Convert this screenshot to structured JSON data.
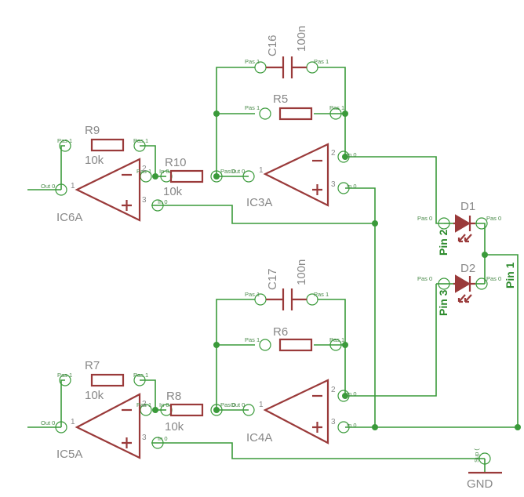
{
  "parts": {
    "ic6a": "IC6A",
    "ic5a": "IC5A",
    "ic3a": "IC3A",
    "ic4a": "IC4A",
    "r9": "R9",
    "r9v": "10k",
    "r10": "R10",
    "r10v": "10k",
    "r7": "R7",
    "r7v": "10k",
    "r8": "R8",
    "r8v": "10k",
    "r5": "R5",
    "r6": "R6",
    "c16": "C16",
    "c16v": "100n",
    "c17": "C17",
    "c17v": "100n",
    "d1": "D1",
    "d2": "D2",
    "gnd": "GND"
  },
  "pins": {
    "pas0": "Pas 0",
    "pas1": "Pas 1",
    "out0": "Out 0",
    "in0": "In 0",
    "sup": "Sup (",
    "n1": "1",
    "n2": "2",
    "n3": "3",
    "pin1": "Pin 1",
    "pin2": "Pin 2",
    "pin3": "Pin 3"
  },
  "colors": {
    "wire": "#3a9a3a",
    "component": "#9a3a3a",
    "label": "#888888"
  }
}
